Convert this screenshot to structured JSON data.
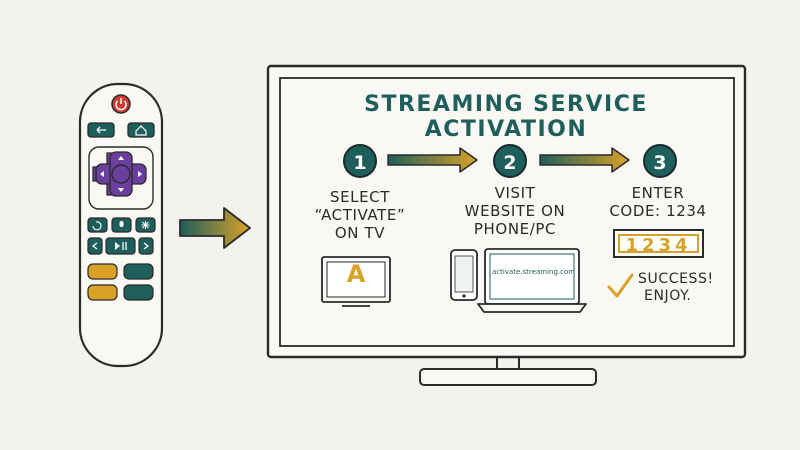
{
  "title": "STREAMING SERVICE ACTIVATION",
  "steps": [
    {
      "number": "1",
      "label_line1": "SELECT",
      "label_line2": "“ACTIVATE”",
      "label_line3": "ON TV"
    },
    {
      "number": "2",
      "label_line1": "VISIT",
      "label_line2": "WEBSITE ON",
      "label_line3": "PHONE/PC"
    },
    {
      "number": "3",
      "label_line1": "ENTER",
      "label_line2": "CODE: 1234"
    }
  ],
  "tv_screen_letter": "A",
  "activation_url": "activate.streaming.com",
  "code_display": "1234",
  "success_line1": "SUCCESS!",
  "success_line2": "ENJOY.",
  "icons": {
    "power": "power-icon",
    "back": "back-arrow-icon",
    "home": "home-icon",
    "replay": "replay-icon",
    "voice": "microphone-icon",
    "options": "asterisk-icon",
    "rewind": "rewind-icon",
    "play_pause": "play-pause-icon",
    "fast_forward": "fast-forward-icon",
    "check": "checkmark-icon"
  },
  "colors": {
    "teal": "#1e5f5c",
    "purple": "#6b3fa0",
    "gold": "#d9a226",
    "red": "#d43a2f",
    "outline": "#2a2a2a",
    "background": "#f4f2ee"
  }
}
